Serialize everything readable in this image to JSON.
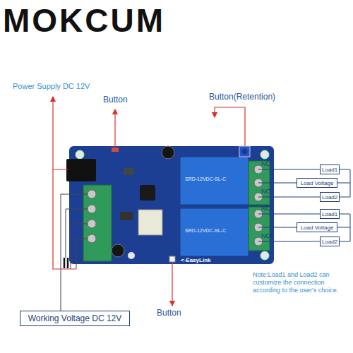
{
  "diagram": {
    "nodes": [
      {
        "text": [
          "Load1"
        ]
      },
      {
        "text": [
          "Load Voltage"
        ]
      },
      {
        "text": [
          "Load2"
        ]
      },
      {
        "text": [
          "Load1"
        ]
      },
      {
        "text": [
          "Load Voltage"
        ]
      },
      {
        "text": [
          "Load2"
        ]
      },
      {
        "text": [
          "Working Voltage DC 12V"
        ]
      }
    ],
    "edges": [
      {
        "from": 0,
        "to": 2,
        "arrow": "none"
      },
      {
        "from": 3,
        "to": 5,
        "arrow": "none"
      }
    ],
    "labels": [
      "MOKCUM",
      "Power Supply DC 12V",
      "Button",
      "Button(Retention)",
      "NC",
      "NO",
      "NC",
      "NO",
      "SRD-12VDC-SL-C",
      "SRD-12VDC-SL-C",
      "<-EasyLink",
      "Button",
      "Note:Load1 and Load2 can customize the connection according to the user's choice."
    ]
  }
}
